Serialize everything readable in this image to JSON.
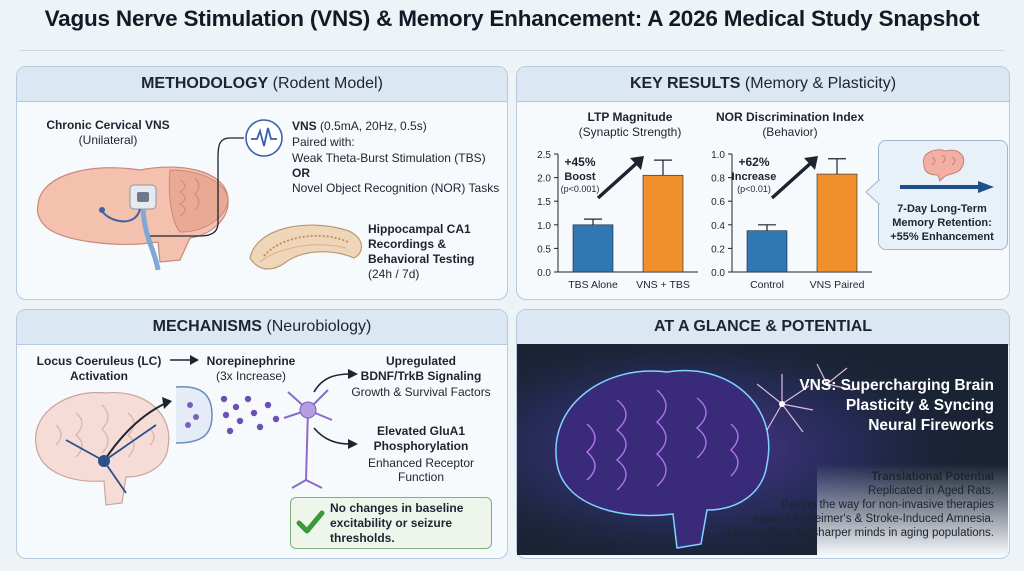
{
  "title": "Vagus Nerve Stimulation (VNS) & Memory Enhancement: A 2026 Medical Study Snapshot",
  "methodology": {
    "head_bold": "METHODOLOGY",
    "head_rest": " (Rodent Model)",
    "vns_title": "Chronic Cervical VNS",
    "vns_sub": "(Unilateral)",
    "params_bold": "VNS",
    "params_rest": " (0.5mA, 20Hz, 0.5s)",
    "paired": "Paired with:",
    "tbs": "Weak Theta-Burst Stimulation (TBS)",
    "or": "OR",
    "nor": "Novel Object Recognition (NOR) Tasks",
    "rec1": "Hippocampal CA1",
    "rec2": "Recordings &",
    "rec3": "Behavioral Testing",
    "rec4": "(24h / 7d)"
  },
  "results": {
    "head_bold": "KEY RESULTS",
    "head_rest": " (Memory & Plasticity)",
    "callout1": "7-Day Long-Term",
    "callout2": "Memory Retention:",
    "callout3": "+55% Enhancement"
  },
  "chart_data": [
    {
      "type": "bar",
      "title": "LTP Magnitude",
      "subtitle": "(Synaptic Strength)",
      "categories": [
        "TBS Alone",
        "VNS + TBS"
      ],
      "values": [
        1.0,
        2.05
      ],
      "errors": [
        0.12,
        0.32
      ],
      "ylim": [
        0,
        2.5
      ],
      "yticks": [
        "2.5",
        "2.0",
        "1.5",
        "1.0",
        "0.5",
        "0.0"
      ],
      "colors": [
        "#2f78b4",
        "#f08f2c"
      ],
      "annotation": {
        "value": "+45%",
        "label": "Boost",
        "p": "(p<0.001)"
      }
    },
    {
      "type": "bar",
      "title": "NOR Discrimination Index",
      "subtitle": "(Behavior)",
      "categories": [
        "Control",
        "VNS Paired"
      ],
      "values": [
        0.35,
        0.83
      ],
      "errors": [
        0.05,
        0.13
      ],
      "ylim": [
        0,
        1.0
      ],
      "yticks": [
        "1.0",
        "0.8",
        "0.6",
        "0.4",
        "0.2",
        "0.0"
      ],
      "colors": [
        "#2f78b4",
        "#f08f2c"
      ],
      "annotation": {
        "value": "+62%",
        "label": "Increase",
        "p": "(p<0.01)"
      }
    }
  ],
  "mechanisms": {
    "head_bold": "MECHANISMS",
    "head_rest": " (Neurobiology)",
    "lc1": "Locus Coeruleus (LC)",
    "lc2": "Activation",
    "ne1": "Norepinephrine",
    "ne2": "(3x Increase)",
    "bdnf1": "Upregulated",
    "bdnf2": "BDNF/TrkB Signaling",
    "bdnf3": "Growth & Survival Factors",
    "glu1": "Elevated GluA1",
    "glu2": "Phosphorylation",
    "glu3": "Enhanced Receptor",
    "glu4": "Function",
    "note1": "No changes in baseline",
    "note2": "excitability or seizure",
    "note3": "thresholds."
  },
  "glance": {
    "head": "AT A GLANCE & POTENTIAL",
    "tag1": "VNS: Supercharging Brain",
    "tag2": "Plasticity & Syncing",
    "tag3": "Neural Fireworks",
    "tp_title": "Translational Potential",
    "tp1": "Replicated in Aged Rats.",
    "tp2": "Paving the way for non-invasive therapies",
    "tp3": "against Alzheimer's & Stroke-Induced Amnesia.",
    "tp4": "Igniting hope for sharper minds in aging populations."
  },
  "icons": [
    "waveform-icon",
    "rat-brain-icon",
    "hippocampus-icon",
    "human-brain-icon",
    "synapse-icon",
    "neuron-icon",
    "checkmark-icon",
    "brain-icon",
    "glowing-brain-icon"
  ]
}
